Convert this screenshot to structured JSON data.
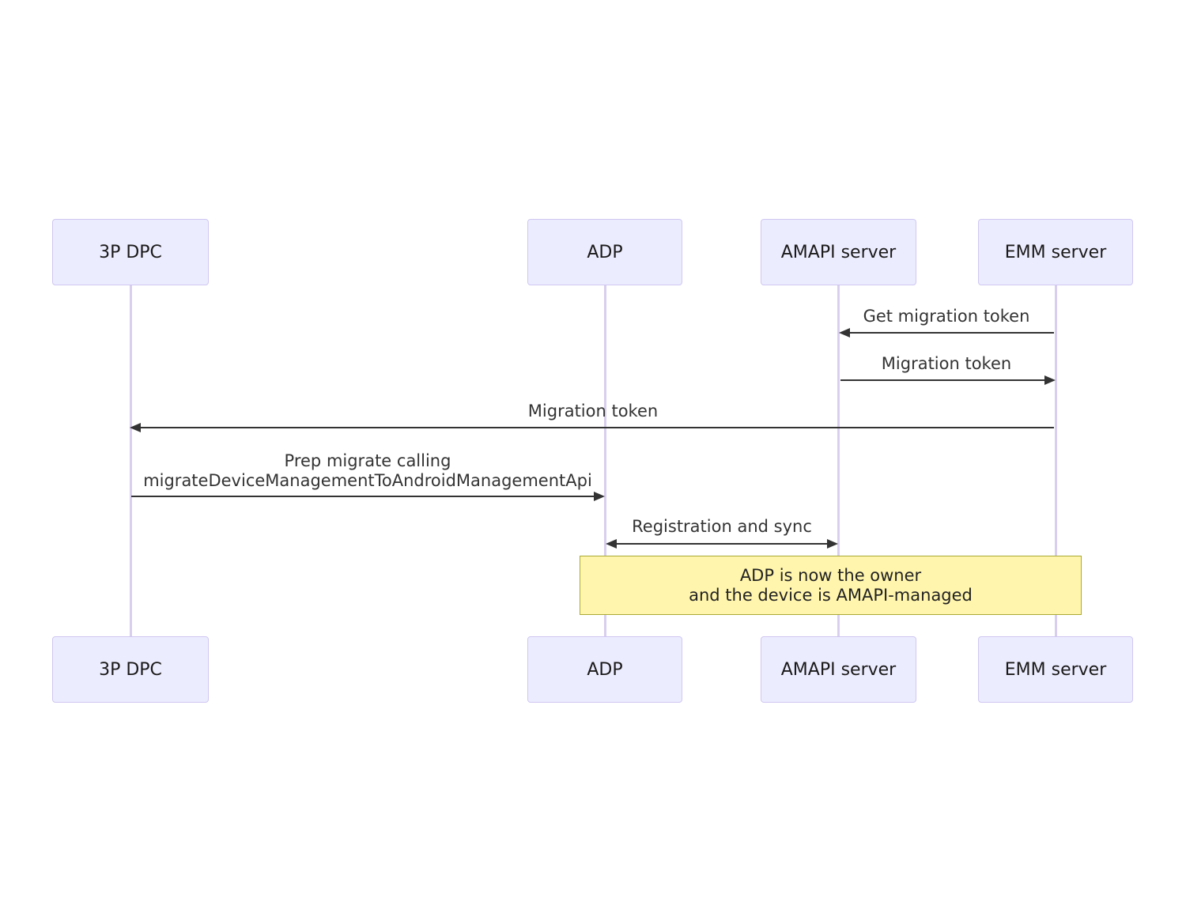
{
  "diagram_type": "sequence-diagram",
  "actors": [
    {
      "id": "3p-dpc",
      "label": "3P DPC"
    },
    {
      "id": "adp",
      "label": "ADP"
    },
    {
      "id": "amapi-server",
      "label": "AMAPI server"
    },
    {
      "id": "emm-server",
      "label": "EMM server"
    }
  ],
  "messages": [
    {
      "from": "EMM server",
      "to": "AMAPI server",
      "direction": "left",
      "lines": [
        "Get migration token"
      ]
    },
    {
      "from": "AMAPI server",
      "to": "EMM server",
      "direction": "right",
      "lines": [
        "Migration token"
      ]
    },
    {
      "from": "EMM server",
      "to": "3P DPC",
      "direction": "left",
      "lines": [
        "Migration token"
      ]
    },
    {
      "from": "3P DPC",
      "to": "ADP",
      "direction": "right",
      "lines": [
        "Prep migrate calling",
        "migrateDeviceManagementToAndroidManagementApi"
      ]
    },
    {
      "from": "ADP",
      "to": "AMAPI server",
      "direction": "both",
      "lines": [
        "Registration and sync"
      ]
    }
  ],
  "note": {
    "over": "ADP, AMAPI server, EMM server",
    "lines": [
      "ADP is now the owner",
      "and the device is AMAPI-managed"
    ]
  },
  "colors": {
    "actor_fill": "#ECECFF",
    "actor_border": "#cfc6f2",
    "lifeline": "#d8cfee",
    "arrow": "#333333",
    "note_fill": "#fff5ad",
    "note_border": "#aaaa33",
    "text": "#333333"
  }
}
